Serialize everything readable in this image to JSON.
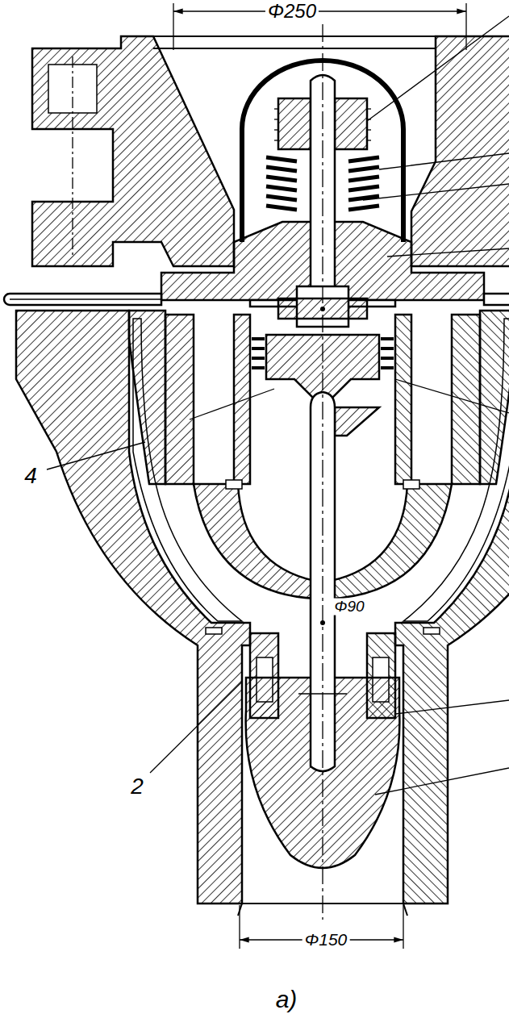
{
  "diagram": {
    "caption": "a)",
    "labels": [
      "Φ250",
      "Φ90",
      "Φ150",
      "4",
      "2"
    ]
  }
}
